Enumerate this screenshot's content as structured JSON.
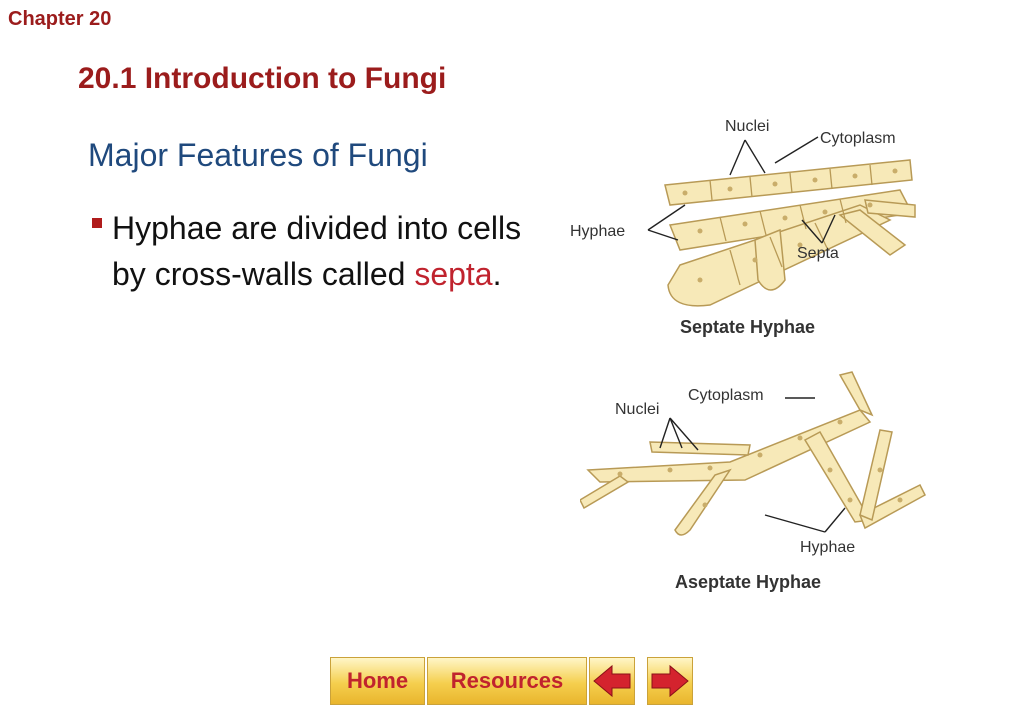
{
  "header": {
    "chapter": "Chapter 20",
    "section_title": "20.1 Introduction to Fungi"
  },
  "content": {
    "subheading": "Major Features of Fungi",
    "bullet_text_before": "Hyphae are divided into cells by cross-walls called ",
    "bullet_term": "septa",
    "bullet_text_after": "."
  },
  "figure_septate": {
    "caption": "Septate Hyphae",
    "labels": {
      "nuclei": "Nuclei",
      "cytoplasm": "Cytoplasm",
      "hyphae": "Hyphae",
      "septa": "Septa"
    }
  },
  "figure_aseptate": {
    "caption": "Aseptate Hyphae",
    "labels": {
      "nuclei": "Nuclei",
      "cytoplasm": "Cytoplasm",
      "hyphae": "Hyphae"
    }
  },
  "nav": {
    "home_label": "Home",
    "resources_label": "Resources",
    "back_icon": "left-arrow-icon",
    "forward_icon": "right-arrow-icon"
  },
  "colors": {
    "heading_red": "#9b1c1c",
    "subheading_blue": "#1f497d",
    "term_red": "#c0232e",
    "hypha_fill": "#f7e9b8"
  }
}
